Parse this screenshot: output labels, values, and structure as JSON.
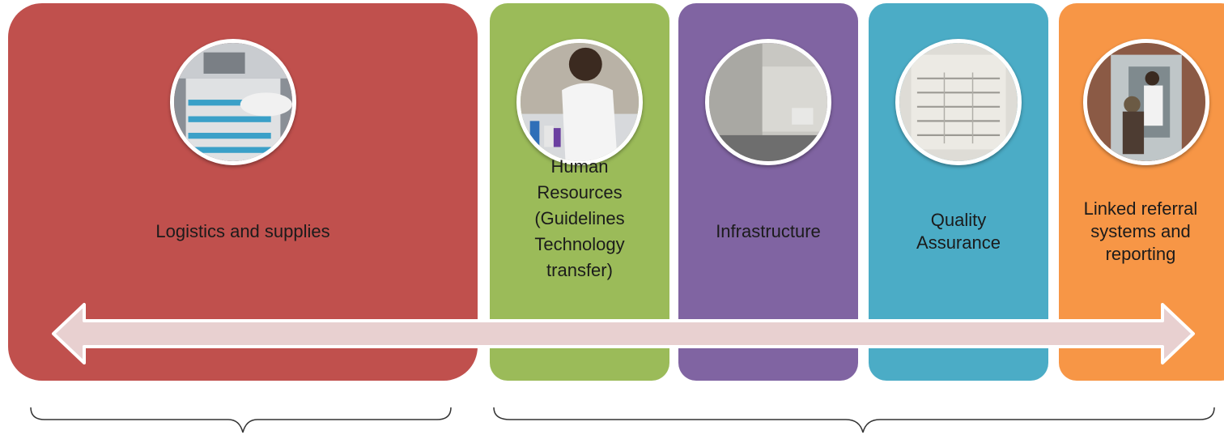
{
  "panels": [
    {
      "id": "logistics",
      "label": "Logistics and supplies",
      "color": "#c0504d",
      "photo": "lab-analyzer-machine-photo"
    },
    {
      "id": "human-resources",
      "label": "Human\nResources\n(Guidelines\nTechnology\ntransfer)",
      "color": "#9bbb59",
      "photo": "lab-technician-photo"
    },
    {
      "id": "infrastructure",
      "label": "Infrastructure",
      "color": "#8064a2",
      "photo": "biosafety-cabinet-photo"
    },
    {
      "id": "quality-assurance",
      "label": "Quality\nAssurance",
      "color": "#4bacc6",
      "photo": "qa-chart-photo"
    },
    {
      "id": "linked-referral",
      "label": "Linked referral\nsystems and\nreporting",
      "color": "#f79646",
      "photo": "clinic-entrance-photo"
    }
  ],
  "arrow": {
    "color": "#e8d0d0",
    "stroke": "#ffffff",
    "direction": "double-headed"
  },
  "braces": {
    "color": "#333333",
    "groups": [
      "logistics",
      "other-components"
    ]
  }
}
